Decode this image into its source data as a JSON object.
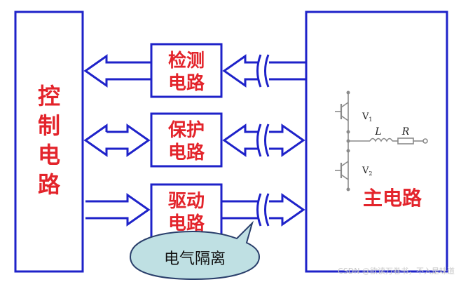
{
  "control_block": {
    "label_chars": [
      "控",
      "制",
      "电",
      "路"
    ]
  },
  "main_circuit": {
    "label": "主电路",
    "transistor_top": "V",
    "transistor_top_sub": "1",
    "transistor_bottom": "V",
    "transistor_bottom_sub": "2",
    "inductor": "L",
    "resistor": "R"
  },
  "blocks": [
    {
      "line1": "检测",
      "line2": "电路"
    },
    {
      "line1": "保护",
      "line2": "电路"
    },
    {
      "line1": "驱动",
      "line2": "电路"
    }
  ],
  "isolation_callout": "电气隔离",
  "watermark": "CSDN @欲读万卷书，不入是味道",
  "colors": {
    "block_border": "#1e22c9",
    "arrow": "#1e22c9",
    "label_red": "#e3242b",
    "callout_fill": "#bfe0e3",
    "component_gray": "#8a8a8a"
  }
}
